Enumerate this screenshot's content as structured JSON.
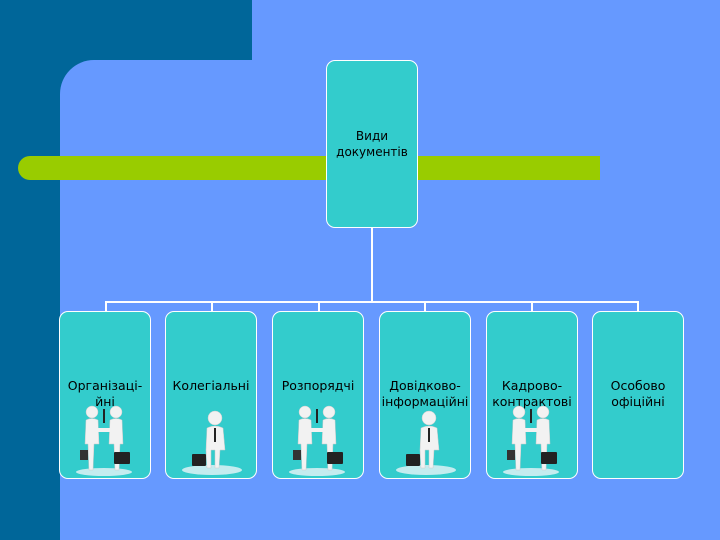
{
  "colors": {
    "dark_background": "#006699",
    "main_background": "#6699ff",
    "accent_bar": "#99cc00",
    "box_fill": "#33cccc",
    "connector": "#ffffff"
  },
  "root": {
    "label": "Види\nдокументів"
  },
  "children": [
    {
      "label": "Організаці-\nйні",
      "illustration": "handshake-figures-icon"
    },
    {
      "label": "Колегіальні",
      "illustration": "businessman-briefcase-icon"
    },
    {
      "label": "Розпорядчі",
      "illustration": "handshake-figures-icon"
    },
    {
      "label": "Довідково-\nінформаційні",
      "illustration": "businessman-briefcase-icon"
    },
    {
      "label": "Кадрово-\nконтрактові",
      "illustration": "handshake-figures-icon"
    },
    {
      "label": "Особово\nофіційні",
      "illustration": ""
    }
  ]
}
